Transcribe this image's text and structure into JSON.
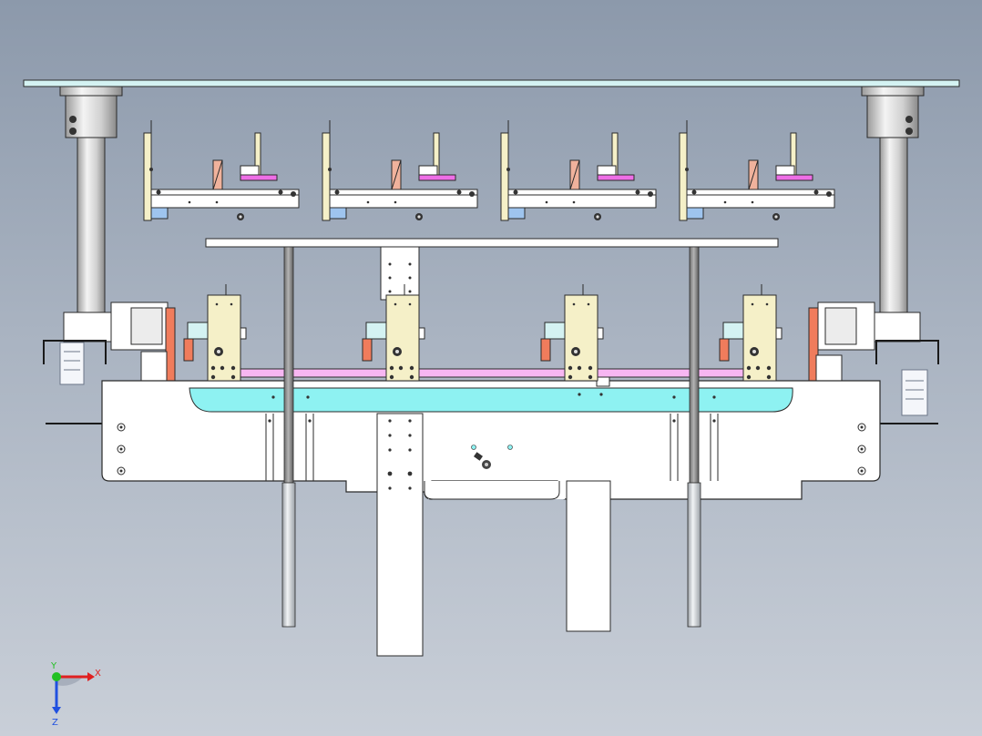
{
  "view": {
    "background_top": "#8c99ab",
    "background_bottom": "#c9cfd8"
  },
  "colors": {
    "outline": "#2a2a2a",
    "plate_cyan": "#d4f2f2",
    "frame_white": "#ffffff",
    "bed_cyan": "#8ef2f2",
    "rail_pink": "#f7b6f2",
    "block_yellow": "#f5f0c8",
    "gusset_salmon": "#f0b29c",
    "stop_blue": "#9ec4ee",
    "tab_magenta": "#ee6ee6",
    "stop_orange": "#f07c5c",
    "rod_gray": "#8a8a8a",
    "column_silver": "#dcdcdc"
  },
  "assembly": {
    "upper_fixture_count": 4,
    "lower_module_count": 4,
    "guide_post_count": 2,
    "support_column_count": 2
  },
  "triad": {
    "x_label": "X",
    "y_label": "Y",
    "z_label": "Z",
    "x_color": "#e02020",
    "y_color": "#22c022",
    "z_color": "#2050e0"
  }
}
